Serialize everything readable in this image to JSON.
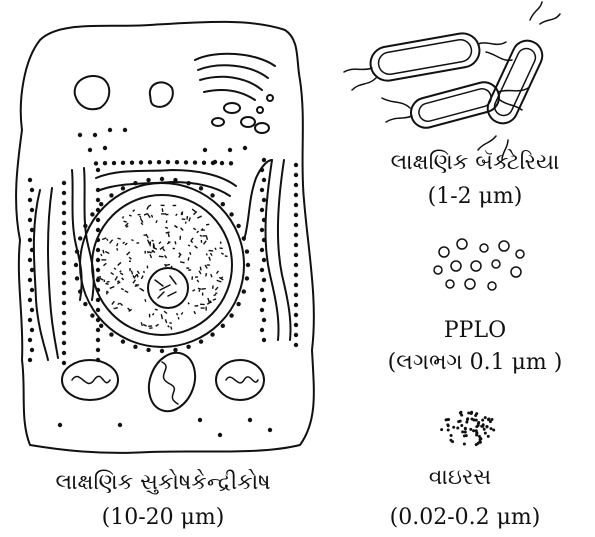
{
  "eukaryotic_cell": {
    "name": "લાક્ષણિક સુકોષકેન્દ્રીકોષ",
    "size": "(10-20 μm)"
  },
  "bacteria": {
    "name": "લાક્ષણિક બૅક્ટેરિયા",
    "size": "(1-2 μm)"
  },
  "pplo": {
    "name": "PPLO",
    "size": "(લગભગ 0.1 μm )"
  },
  "virus": {
    "name": "વાઇરસ",
    "size": "(0.02-0.2 μm)"
  }
}
